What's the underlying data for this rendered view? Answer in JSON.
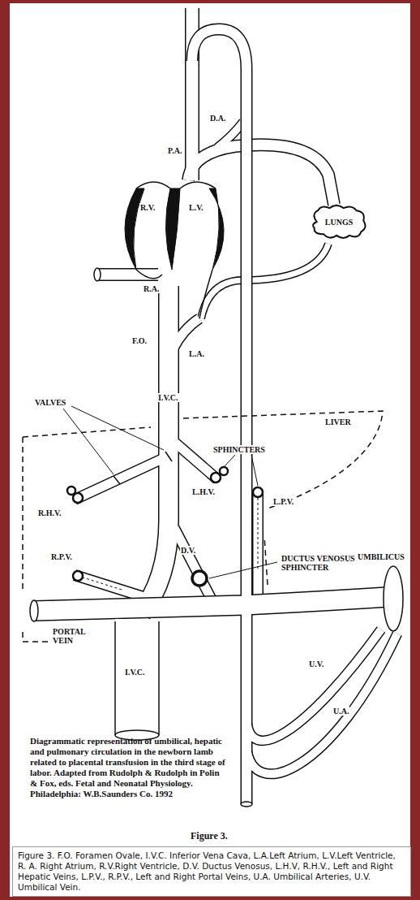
{
  "diagram": {
    "caption": "Figure 3. F.O. Foramen Ovale, I.V.C. Inferior Vena Cava, L.A.Left Atrium, L.V.Left Ventricle, R. A. Right Atrium, R.V.Right Ventricle, D.V. Ductus Venosus, L.H.V, R.H.V., Left and Right Hepatic Veins, L.P.V., R.P.V., Left and Right Portal Veins, U.A. Umbilical Arteries, U.V. Umbilical Vein.",
    "nodes": [
      {
        "text": [
          "LUNGS"
        ]
      }
    ],
    "labels": [
      "D.A.",
      "P.A.",
      "R.V.",
      "L.V.",
      "R.A.",
      "F.O.",
      "L.A.",
      "VALVES",
      "I.V.C.",
      "LIVER",
      "SPHINCTERS",
      "L.H.V.",
      "R.H.V.",
      "L.P.V.",
      "DUCTUS VENOSUS SPHINCTER",
      "D.V.",
      "R.P.V.",
      "UMBILICUS",
      "PORTAL VEIN",
      "I.V.C.",
      "U.V.",
      "U.A.",
      "Diagrammatic representation of umbilical, hepatic and pulmonary circulation in the newborn lamb related to placental transfusion in the third stage of labor. Adapted from Rudolph & Rudolph in Polin & Fox, eds. Fetal and Neonatal Physiology. Philadelphia: W.B.Saunders Co. 1992",
      "Figure 3."
    ]
  }
}
